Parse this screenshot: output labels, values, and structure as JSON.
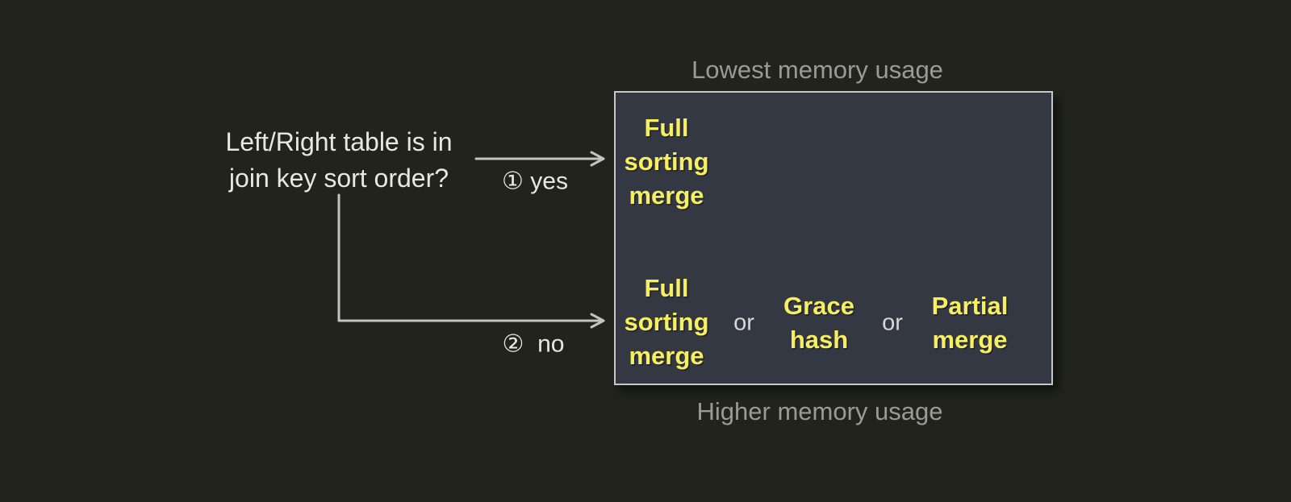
{
  "diagram": {
    "question": "Left/Right table is in\njoin key sort order?",
    "branches": {
      "yes": {
        "label": "① yes"
      },
      "no": {
        "label": "②  no"
      }
    },
    "box": {
      "caption_top": "Lowest memory usage",
      "caption_bottom": "Higher memory usage",
      "sorted_row": {
        "algorithm": "Full\nsorting\nmerge"
      },
      "unsorted_row": {
        "algorithm_1": "Full\nsorting\nmerge",
        "or_1": "or",
        "algorithm_2": "Grace\nhash",
        "or_2": "or",
        "algorithm_3": "Partial\nmerge"
      }
    },
    "colors": {
      "background": "#21231c",
      "box_fill": "#343842",
      "box_border": "#c7c7c5",
      "algorithm_text": "#f6ef5f",
      "label_text": "#e8e7e3",
      "caption_text": "#9a9a97",
      "connector": "#c3c3c0"
    }
  }
}
